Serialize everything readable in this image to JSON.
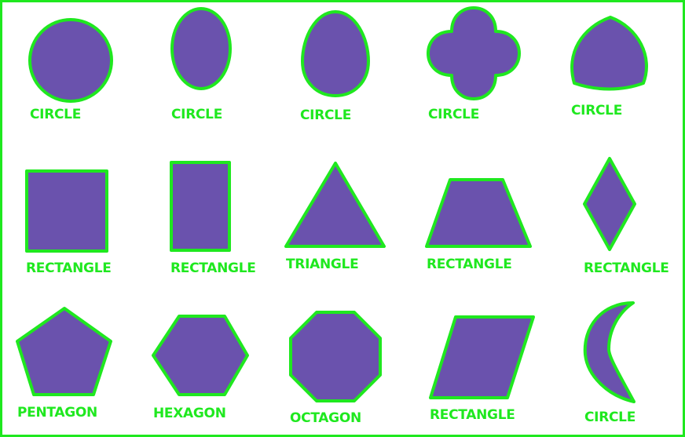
{
  "colors": {
    "background": "#ffffff",
    "fill": "#6a52ad",
    "outline": "#1fe81f",
    "label": "#1fe81f"
  },
  "shapes": [
    {
      "kind": "circle",
      "label": "CIRCLE"
    },
    {
      "kind": "ellipse",
      "label": "CIRCLE"
    },
    {
      "kind": "egg",
      "label": "CIRCLE"
    },
    {
      "kind": "quatrefoil",
      "label": "CIRCLE"
    },
    {
      "kind": "reuleaux-triangle",
      "label": "CIRCLE"
    },
    {
      "kind": "square",
      "label": "RECTANGLE"
    },
    {
      "kind": "rectangle",
      "label": "RECTANGLE"
    },
    {
      "kind": "triangle",
      "label": "TRIANGLE"
    },
    {
      "kind": "trapezoid",
      "label": "RECTANGLE"
    },
    {
      "kind": "rhombus",
      "label": "RECTANGLE"
    },
    {
      "kind": "pentagon",
      "label": "PENTAGON"
    },
    {
      "kind": "hexagon",
      "label": "HEXAGON"
    },
    {
      "kind": "octagon",
      "label": "OCTAGON"
    },
    {
      "kind": "parallelogram",
      "label": "RECTANGLE"
    },
    {
      "kind": "crescent",
      "label": "CIRCLE"
    }
  ]
}
